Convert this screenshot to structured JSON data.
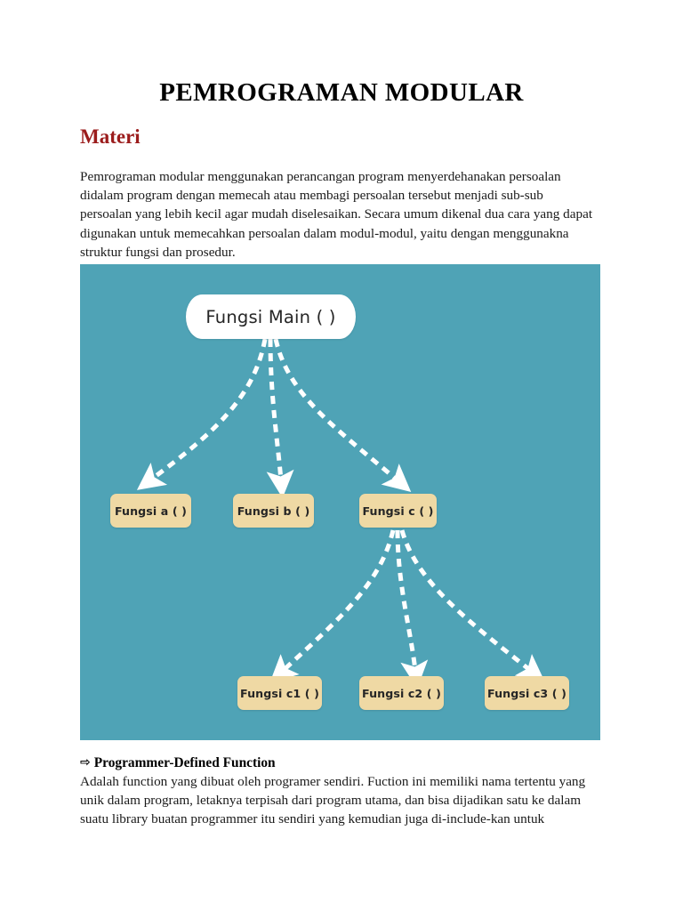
{
  "document": {
    "title": "PEMROGRAMAN MODULAR",
    "section_heading": "Materi",
    "intro_paragraph": "Pemrograman modular menggunakan perancangan program menyerdehanakan persoalan didalam program dengan memecah atau membagi persoalan tersebut menjadi sub-sub persoalan yang lebih kecil agar mudah diselesaikan. Secara umum dikenal dua cara yang dapat digunakan untuk memecahkan persoalan dalam modul-modul, yaitu dengan menggunakna struktur fungsi dan prosedur.",
    "bullet": {
      "glyph": "⇨",
      "heading": "Programmer-Defined Function"
    },
    "tail_paragraph": "Adalah function yang dibuat oleh programer sendiri. Fuction ini memiliki nama tertentu yang unik dalam program, letaknya terpisah dari program utama, dan bisa dijadikan satu ke dalam suatu library buatan programmer itu sendiri yang kemudian juga di-include-kan untuk"
  },
  "diagram": {
    "background_color": "#4fa3b6",
    "node_fill_root": "#ffffff",
    "node_fill_child": "#efd9a4",
    "connector_color": "#ffffff",
    "connector_style": "dashed-curved-arrow",
    "nodes": {
      "root": {
        "label": "Fungsi Main ( )"
      },
      "level1": [
        {
          "label": "Fungsi a ( )"
        },
        {
          "label": "Fungsi b ( )"
        },
        {
          "label": "Fungsi c ( )"
        }
      ],
      "level2": [
        {
          "label": "Fungsi c1 ( )"
        },
        {
          "label": "Fungsi c2 ( )"
        },
        {
          "label": "Fungsi c3 ( )"
        }
      ]
    },
    "edges": [
      {
        "from": "Fungsi Main ( )",
        "to": "Fungsi a ( )"
      },
      {
        "from": "Fungsi Main ( )",
        "to": "Fungsi b ( )"
      },
      {
        "from": "Fungsi Main ( )",
        "to": "Fungsi c ( )"
      },
      {
        "from": "Fungsi c ( )",
        "to": "Fungsi c1 ( )"
      },
      {
        "from": "Fungsi c ( )",
        "to": "Fungsi c2 ( )"
      },
      {
        "from": "Fungsi c ( )",
        "to": "Fungsi c3 ( )"
      }
    ]
  }
}
